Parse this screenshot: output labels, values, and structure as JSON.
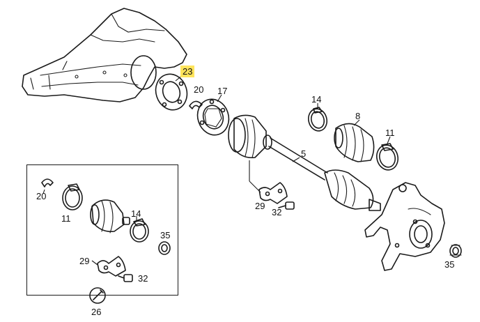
{
  "callouts": {
    "c23": "23",
    "c20_top": "20",
    "c17": "17",
    "c14_top": "14",
    "c8": "8",
    "c11_top": "11",
    "c5": "5",
    "c29_top": "29",
    "c32_top": "32",
    "c20_box": "20",
    "c11_box": "11",
    "c14_box": "14",
    "c35_box": "35",
    "c29_box": "29",
    "c32_box": "32",
    "c26": "26",
    "c35_right": "35"
  },
  "highlight_color": "#ffe45c"
}
